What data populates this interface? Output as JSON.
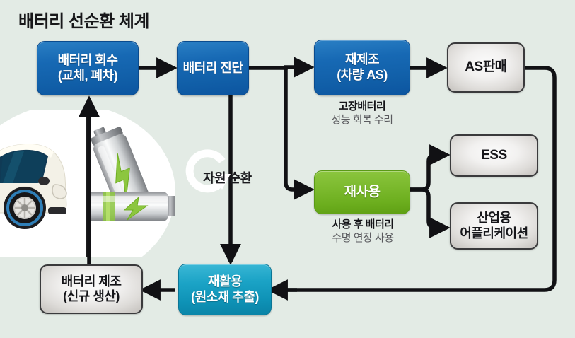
{
  "title": "배터리 선순환 체계",
  "background_color": "#e3ebe5",
  "palette": {
    "blue": "#1769b4",
    "teal": "#0e92b6",
    "green": "#7cba2e",
    "gray": "#dedcd9",
    "line": "#111114",
    "caption_strong": "#141418",
    "caption_weak": "#5a5a5e"
  },
  "illustration": {
    "car_icon": "electric-car-icon",
    "battery_icon": "battery-cell-icon",
    "bolt_icon": "lightning-bolt-icon"
  },
  "cycle": {
    "label": "자원 순환",
    "icon": "circular-arrow-icon"
  },
  "nodes": [
    {
      "id": "collect",
      "line1": "배터리 회수",
      "line2": "(교체, 폐차)",
      "style": "blue",
      "font": 18
    },
    {
      "id": "diagnose",
      "line1": "배터리 진단",
      "line2": "",
      "style": "blue",
      "font": 18
    },
    {
      "id": "remanufact",
      "line1": "재제조",
      "line2": "(차량 AS)",
      "style": "blue",
      "font": 18
    },
    {
      "id": "as-sales",
      "line1": "AS판매",
      "line2": "",
      "style": "gray",
      "font": 19
    },
    {
      "id": "reuse",
      "line1": "재사용",
      "line2": "",
      "style": "green",
      "font": 19
    },
    {
      "id": "ess",
      "line1": "ESS",
      "line2": "",
      "style": "gray",
      "font": 19
    },
    {
      "id": "industrial",
      "line1": "산업용",
      "line2": "어플리케이션",
      "style": "gray",
      "font": 18
    },
    {
      "id": "recycle",
      "line1": "재활용",
      "line2": "(원소재 추출)",
      "style": "teal",
      "font": 18
    },
    {
      "id": "manufact",
      "line1": "배터리 제조",
      "line2": "(신규 생산)",
      "style": "gray",
      "font": 18
    }
  ],
  "captions": [
    {
      "id": "remanufact-caption",
      "strong": "고장배터리",
      "weak": "성능 회복 수리"
    },
    {
      "id": "reuse-caption",
      "strong": "사용 후 배터리",
      "weak": "수명 연장 사용"
    }
  ]
}
